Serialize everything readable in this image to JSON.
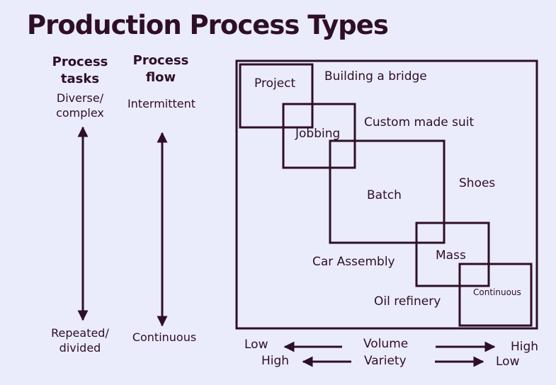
{
  "title": "Production Process Types",
  "left_axes": {
    "tasks": {
      "header": [
        "Process",
        "tasks"
      ],
      "top": [
        "Diverse/",
        "complex"
      ],
      "bottom": [
        "Repeated/",
        "divided"
      ]
    },
    "flow": {
      "header": [
        "Process",
        "flow"
      ],
      "top": "Intermittent",
      "bottom": "Continuous"
    }
  },
  "process_types": [
    {
      "name": "Project",
      "example": "Building a bridge"
    },
    {
      "name": "Jobbing",
      "example": "Custom made suit"
    },
    {
      "name": "Batch",
      "example": "Shoes"
    },
    {
      "name": "Mass",
      "example": "Car Assembly"
    },
    {
      "name": "Continuous",
      "example": "Oil refinery"
    }
  ],
  "bottom_axes": {
    "volume": {
      "label": "Volume",
      "left": "Low",
      "right": "High"
    },
    "variety": {
      "label": "Variety",
      "left": "High",
      "right": "Low"
    }
  },
  "colors": {
    "background": "#ebecfb",
    "ink": "#2e0f27"
  }
}
